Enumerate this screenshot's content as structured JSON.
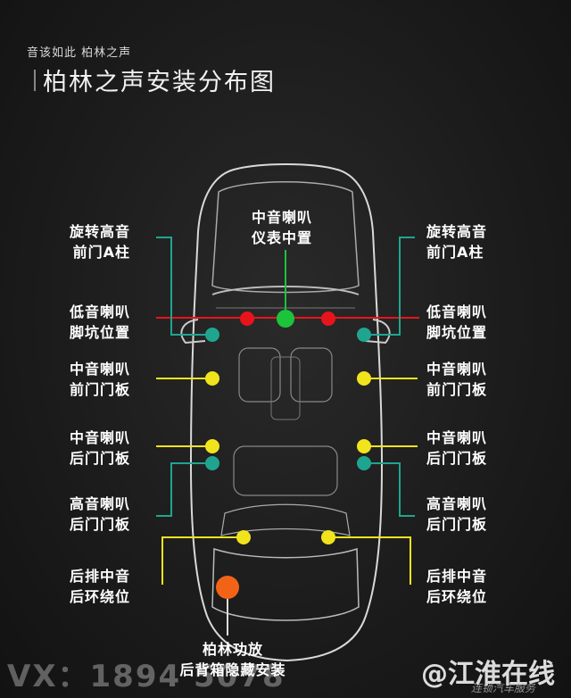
{
  "header": {
    "subtitle": "音该如此 柏林之声",
    "title": "柏林之声安装分布图"
  },
  "labels": {
    "left_tweeter_a": [
      "旋转高音",
      "前门A柱"
    ],
    "right_tweeter_a": [
      "旋转高音",
      "前门A柱"
    ],
    "center_mid": [
      "中音喇叭",
      "仪表中置"
    ],
    "left_woofer": [
      "低音喇叭",
      "脚坑位置"
    ],
    "right_woofer": [
      "低音喇叭",
      "脚坑位置"
    ],
    "left_front_mid": [
      "中音喇叭",
      "前门门板"
    ],
    "right_front_mid": [
      "中音喇叭",
      "前门门板"
    ],
    "left_rear_mid": [
      "中音喇叭",
      "后门门板"
    ],
    "right_rear_mid": [
      "中音喇叭",
      "后门门板"
    ],
    "left_rear_tweeter": [
      "高音喇叭",
      "后门门板"
    ],
    "right_rear_tweeter": [
      "高音喇叭",
      "后门门板"
    ],
    "left_rear_surround": [
      "后排中音",
      "后环绕位"
    ],
    "right_rear_surround": [
      "后排中音",
      "后环绕位"
    ],
    "amp": [
      "柏林功放",
      "后背箱隐藏安装"
    ]
  },
  "colors": {
    "red": "#e8141c",
    "green": "#1bc43a",
    "teal": "#1fa58f",
    "yellow": "#f2e41c",
    "orange": "#f26318"
  },
  "watermark": {
    "left": "VX：1894  5078",
    "right": "@江淮在线",
    "right_sub": "连锁汽车服务"
  }
}
